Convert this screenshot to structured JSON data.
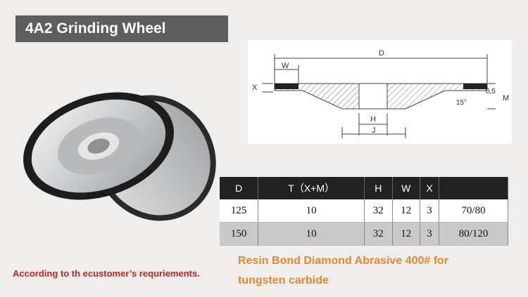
{
  "title": "4A2 Grinding Wheel",
  "diagram": {
    "labels": {
      "d": "D",
      "w": "W",
      "x": "X",
      "h": "H",
      "j": "J",
      "m": "M",
      "rim": "0,5",
      "angle": "15°"
    }
  },
  "table": {
    "headers": [
      "D",
      "T（X+M）",
      "H",
      "W",
      "X",
      ""
    ],
    "rows": [
      [
        "125",
        "10",
        "32",
        "12",
        "3",
        "70/80"
      ],
      [
        "150",
        "10",
        "32",
        "12",
        "3",
        "80/120"
      ]
    ]
  },
  "description": {
    "line1": "Resin Bond Diamond Abrasive 400# for",
    "line2": "tungsten carbide"
  },
  "note": "According to th ecustomer’s requriements.",
  "colors": {
    "title_bg": "#5e5e5e",
    "description": "#e28a2c",
    "note": "#cc1f1f",
    "table_header": "#222222"
  }
}
